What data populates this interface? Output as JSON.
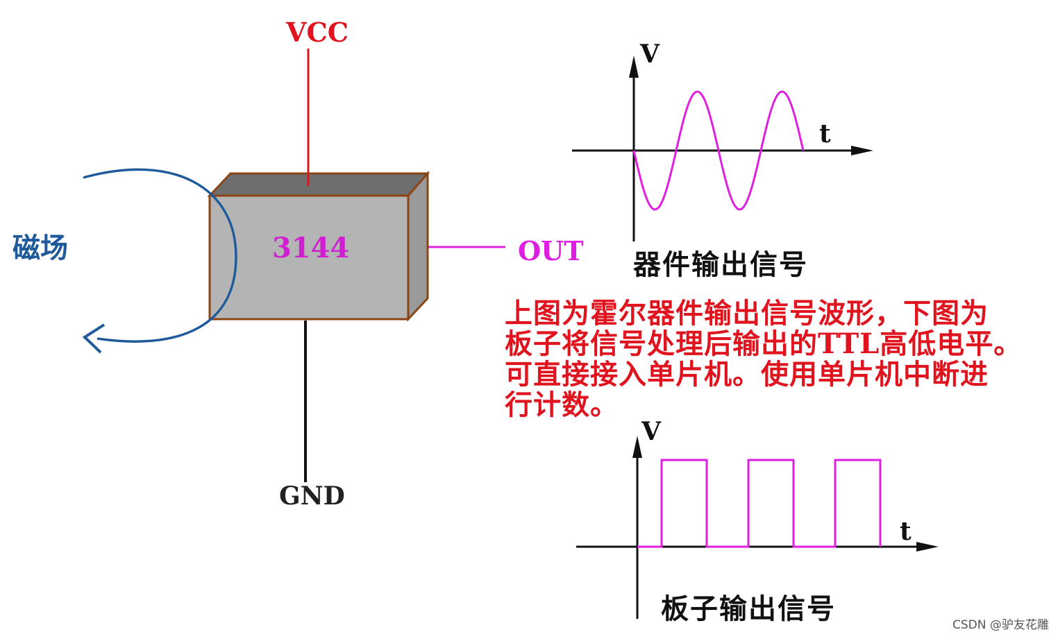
{
  "sensor": {
    "vcc": "VCC",
    "gnd": "GND",
    "out": "OUT",
    "chip": "3144",
    "field": "磁场"
  },
  "top_wave": {
    "v_label": "V",
    "t_label": "t",
    "caption": "器件输出信号"
  },
  "bottom_wave": {
    "v_label": "V",
    "t_label": "t",
    "caption": "板子输出信号"
  },
  "note": [
    "上图为霍尔器件输出信号波形，下图为",
    "板子将信号处理后输出的TTL高低电平。",
    "可直接接入单片机。使用单片机中断进",
    "行计数。"
  ],
  "watermark": "CSDN @驴友花雕",
  "colors": {
    "vcc": "#e0141e",
    "signal": "#e01ee0",
    "field": "#1f5a9a",
    "chip_face": "#b4b4b4",
    "chip_edge": "#8b4513"
  }
}
